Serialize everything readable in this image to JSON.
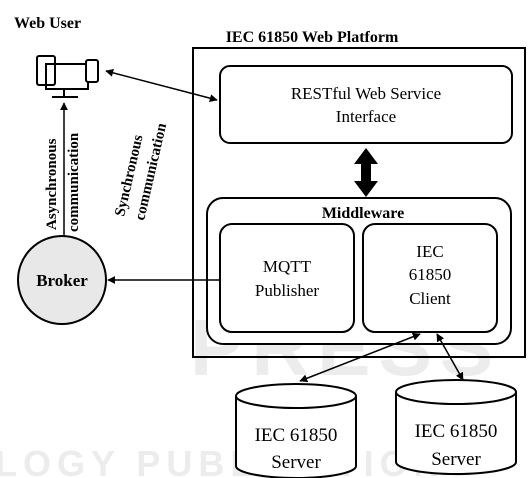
{
  "labels": {
    "web_user": "Web User",
    "platform": "IEC 61850 Web Platform",
    "restful_line1": "RESTful Web Service",
    "restful_line2": "Interface",
    "middleware": "Middleware",
    "mqtt_line1": "MQTT",
    "mqtt_line2": "Publisher",
    "client_line1": "IEC",
    "client_line2": "61850",
    "client_line3": "Client",
    "broker": "Broker",
    "async_line1": "Asynchronous",
    "async_line2": "communication",
    "sync_line1": "Synchronous",
    "sync_line2": "communication",
    "server1_line1": "IEC 61850",
    "server1_line2": "Server",
    "server2_line1": "IEC 61850",
    "server2_line2": "Server"
  },
  "watermark": {
    "text_main": "PRESS",
    "text_bottom": "LOGY PUBLICATIONS"
  },
  "colors": {
    "stroke": "#000000",
    "broker_fill": "#e8e8e8",
    "watermark": "#ececec"
  },
  "icons": {
    "web_user": "computer-devices-icon"
  }
}
